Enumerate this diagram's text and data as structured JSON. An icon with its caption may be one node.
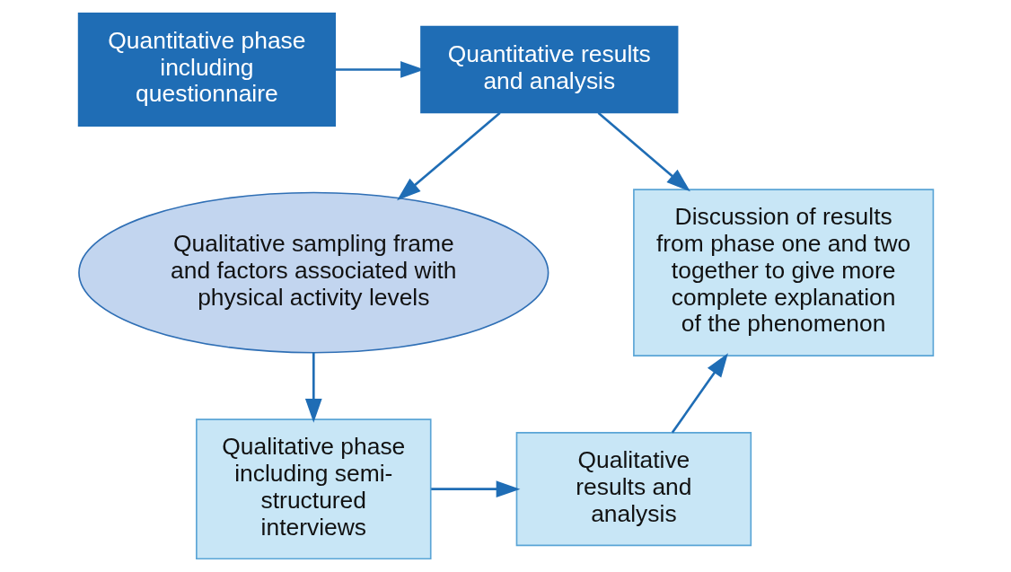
{
  "diagram": {
    "nodes": [
      {
        "text": [
          "Quantitative phase including questionnaire"
        ]
      },
      {
        "text": [
          "Quantitative results and analysis"
        ]
      },
      {
        "text": [
          "Qualitative sampling frame and factors associated with physical activity levels"
        ]
      },
      {
        "text": [
          "Discussion of results from phase one and two together to give more complete explanation of the phenomenon"
        ]
      },
      {
        "text": [
          "Qualitative phase including semi-structured interviews"
        ]
      },
      {
        "text": [
          "Qualitative results and analysis"
        ]
      }
    ],
    "edges": [
      {
        "from": 0,
        "to": 1,
        "arrow": "to"
      },
      {
        "from": 1,
        "to": 2,
        "arrow": "to"
      },
      {
        "from": 2,
        "to": 4,
        "arrow": "to"
      },
      {
        "from": 4,
        "to": 5,
        "arrow": "to"
      },
      {
        "from": 1,
        "to": 3,
        "arrow": "to"
      },
      {
        "from": 5,
        "to": 3,
        "arrow": "to"
      }
    ]
  }
}
